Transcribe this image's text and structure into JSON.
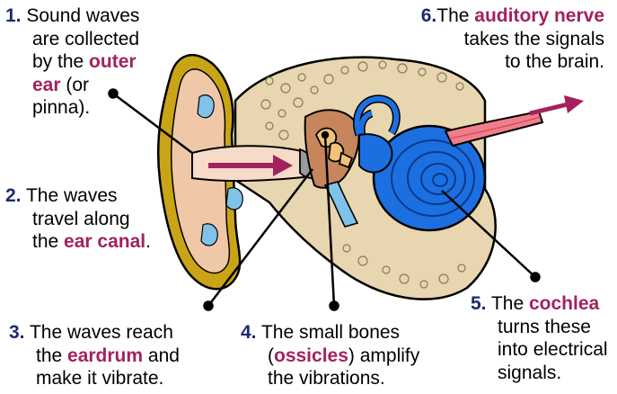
{
  "colors": {
    "number_blue": "#1f2a6b",
    "highlight_magenta": "#a3225e",
    "skin": "#f0c8a8",
    "bone_brown": "#c6855b",
    "cochlea_blue": "#1c6fe0",
    "nerve_pink": "#f27d8a",
    "cartilage_gold": "#c9a416"
  },
  "captions": {
    "c1": {
      "num": "1.",
      "l1": " Sound waves",
      "l2": "are collected",
      "l3a": "by the ",
      "l3b": "outer",
      "l4a": "ear",
      "l4b": " (or",
      "l5": "pinna)."
    },
    "c2": {
      "num": "2.",
      "l1": " The waves",
      "l2": "travel along",
      "l3a": "the ",
      "l3b": "ear canal",
      "l3c": "."
    },
    "c3": {
      "num": "3.",
      "l1": " The waves reach",
      "l2a": "the ",
      "l2b": "eardrum",
      "l2c": " and",
      "l3": "make it vibrate."
    },
    "c4": {
      "num": "4.",
      "l1": " The small bones",
      "l2a": "(",
      "l2b": "ossicles",
      "l2c": ") amplify",
      "l3": "the vibrations."
    },
    "c5": {
      "num": "5.",
      "l1a": " The ",
      "l1b": "cochlea",
      "l2": "turns these",
      "l3": "into electrical",
      "l4": "signals."
    },
    "c6": {
      "num": "6.",
      "l1a": "The ",
      "l1b": "auditory nerve",
      "l2": "takes the signals",
      "l3": "to the brain."
    }
  }
}
